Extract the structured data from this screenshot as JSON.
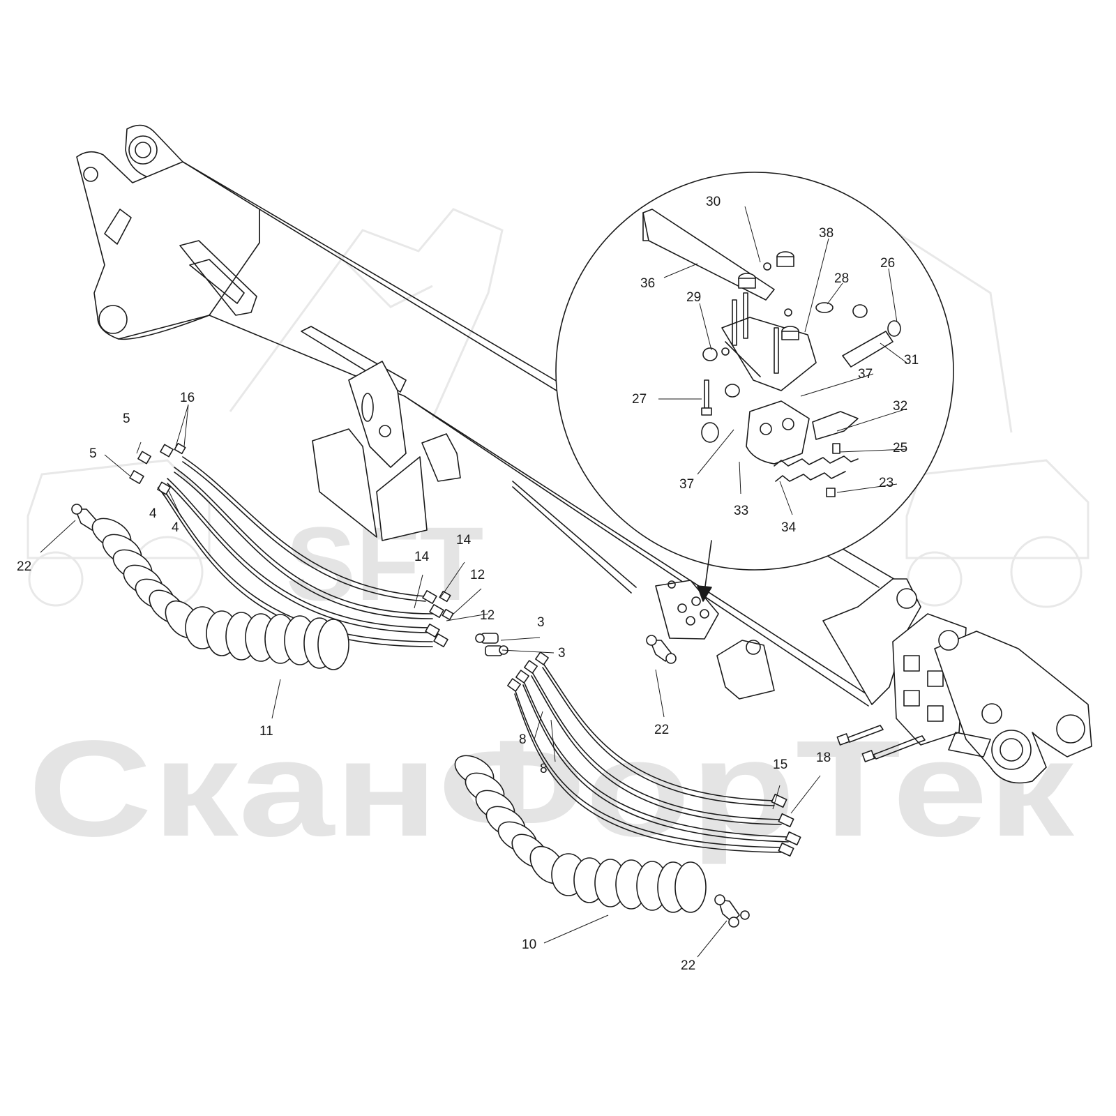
{
  "watermark": {
    "logo_text": "SFT",
    "company_text": "СканФорТек"
  },
  "callouts": [
    {
      "id": "30",
      "label": "30"
    },
    {
      "id": "38",
      "label": "38"
    },
    {
      "id": "26",
      "label": "26"
    },
    {
      "id": "36",
      "label": "36"
    },
    {
      "id": "29",
      "label": "29"
    },
    {
      "id": "28",
      "label": "28"
    },
    {
      "id": "31",
      "label": "31"
    },
    {
      "id": "37a",
      "label": "37"
    },
    {
      "id": "27",
      "label": "27"
    },
    {
      "id": "32",
      "label": "32"
    },
    {
      "id": "25",
      "label": "25"
    },
    {
      "id": "37b",
      "label": "37"
    },
    {
      "id": "23",
      "label": "23"
    },
    {
      "id": "33",
      "label": "33"
    },
    {
      "id": "34",
      "label": "34"
    },
    {
      "id": "16",
      "label": "16"
    },
    {
      "id": "5a",
      "label": "5"
    },
    {
      "id": "5b",
      "label": "5"
    },
    {
      "id": "4a",
      "label": "4"
    },
    {
      "id": "4b",
      "label": "4"
    },
    {
      "id": "22a",
      "label": "22"
    },
    {
      "id": "14a",
      "label": "14"
    },
    {
      "id": "14b",
      "label": "14"
    },
    {
      "id": "12a",
      "label": "12"
    },
    {
      "id": "12b",
      "label": "12"
    },
    {
      "id": "3a",
      "label": "3"
    },
    {
      "id": "3b",
      "label": "3"
    },
    {
      "id": "11",
      "label": "11"
    },
    {
      "id": "22b",
      "label": "22"
    },
    {
      "id": "8a",
      "label": "8"
    },
    {
      "id": "8b",
      "label": "8"
    },
    {
      "id": "15",
      "label": "15"
    },
    {
      "id": "18",
      "label": "18"
    },
    {
      "id": "10",
      "label": "10"
    },
    {
      "id": "22c",
      "label": "22"
    }
  ]
}
